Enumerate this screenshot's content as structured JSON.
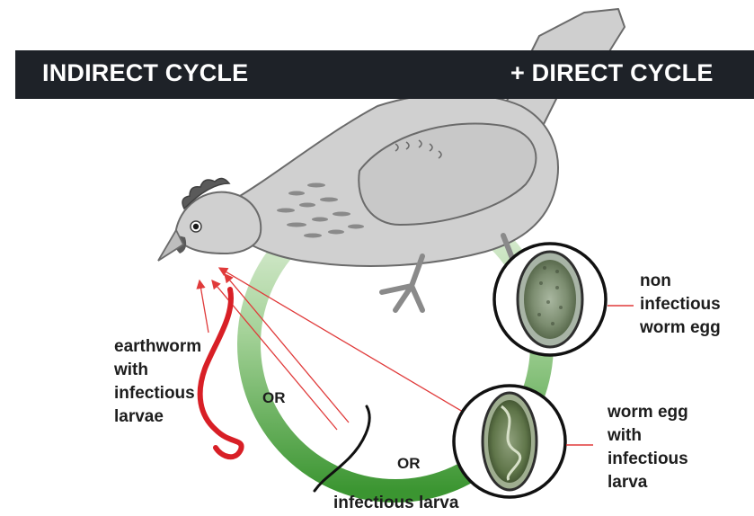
{
  "banner": {
    "left_title": "INDIRECT CYCLE",
    "right_title": "+ DIRECT CYCLE"
  },
  "labels": {
    "earthworm": "earthworm\nwith\ninfectious\nlarvae",
    "infectious_larva": "infectious larva",
    "non_infectious_egg": "non\ninfectious\nworm egg",
    "egg_with_larva": "worm egg\nwith\ninfectious\nlarva",
    "or_left": "OR",
    "or_bottom": "OR"
  },
  "colors": {
    "banner": "#1e2228",
    "ring_light": "#e6f1df",
    "ring_dark": "#3e9a33",
    "earthworm": "#d81f26",
    "arrows": "#e03a3a",
    "hen_body": "#cfcfcf",
    "hen_outline": "#6b6b6b",
    "comb": "#5a5a5a"
  },
  "icons": [
    "hen",
    "earthworm",
    "larva-worm",
    "egg-micrograph",
    "egg-larva-micrograph"
  ]
}
